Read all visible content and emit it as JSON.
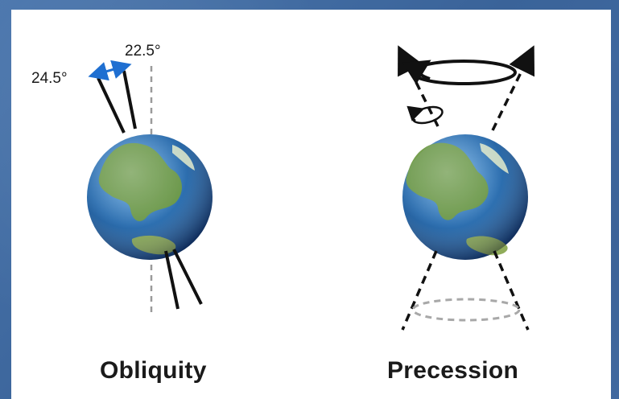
{
  "diagram": {
    "angles": {
      "left": "24.5°",
      "right": "22.5°"
    },
    "captions": {
      "left": "Obliquity",
      "right": "Precession"
    },
    "colors": {
      "background": "#3f6aa0",
      "panel": "#ffffff",
      "axis_line": "#111111",
      "double_arrow": "#1f6fd1",
      "ocean": "#2d6fb0",
      "land": "#6f9a45"
    }
  }
}
